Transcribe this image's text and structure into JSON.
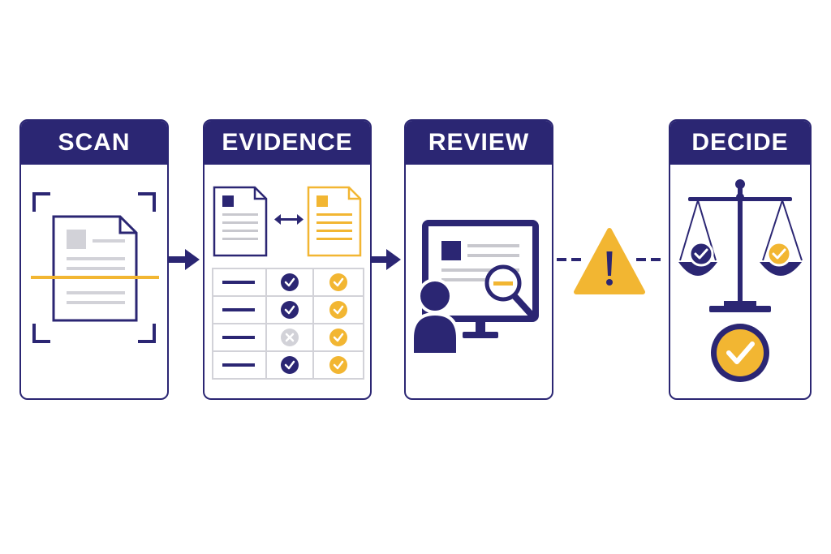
{
  "steps": [
    {
      "label": "SCAN"
    },
    {
      "label": "EVIDENCE"
    },
    {
      "label": "REVIEW"
    },
    {
      "label": "DECIDE"
    }
  ],
  "colors": {
    "navy": "#2b2673",
    "gold": "#f2b632",
    "light_gray": "#d2d2d8",
    "line_gray": "#c8c8ce"
  },
  "evidence_table": {
    "rows": [
      {
        "left": "check",
        "right": "check"
      },
      {
        "left": "check",
        "right": "check"
      },
      {
        "left": "cross",
        "right": "check"
      },
      {
        "left": "check",
        "right": "check"
      }
    ]
  },
  "icons": [
    "scan-frame-icon",
    "document-icon",
    "compare-arrows-icon",
    "check-icon",
    "cross-icon",
    "monitor-icon",
    "person-icon",
    "magnifier-icon",
    "warning-icon",
    "scales-icon",
    "approved-badge-icon"
  ]
}
